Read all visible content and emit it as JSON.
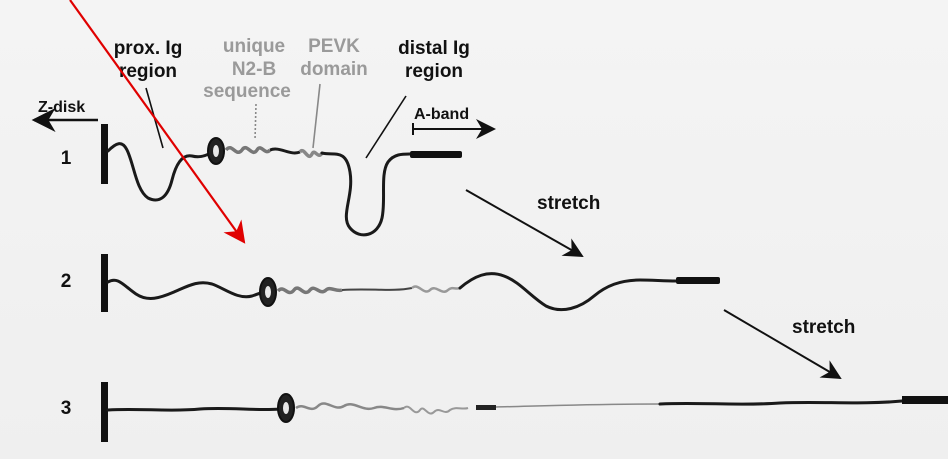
{
  "labels": {
    "prox_ig": [
      "prox. Ig",
      "region"
    ],
    "unique_n2b": [
      "unique",
      "N2-B",
      "sequence"
    ],
    "pevk": [
      "PEVK",
      "domain"
    ],
    "distal_ig": [
      "distal Ig",
      "region"
    ],
    "z_disk": "Z-disk",
    "a_band": "A-band",
    "stretch_1": "stretch",
    "stretch_2": "stretch"
  },
  "rows": [
    {
      "number": "1"
    },
    {
      "number": "2"
    },
    {
      "number": "3"
    }
  ],
  "colors": {
    "strand": "#1a1a1a",
    "grey_label": "#9a9a9a",
    "annotation_arrow": "#e00000"
  }
}
